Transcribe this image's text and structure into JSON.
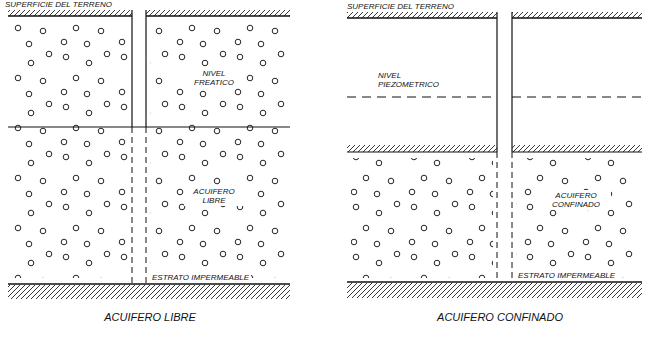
{
  "diagram": {
    "labels": [
      "SUPERFICIE DEL TERRENO",
      "NIVEL FREATICO",
      "ACUIFERO LIBRE",
      "ESTRATO IMPERMEABLE",
      "ACUIFERO LIBRE",
      "SUPERFICIE DEL TERRENO",
      "NIVEL PIEZOMETRICO",
      "ACUIFERO CONFINADO",
      "ESTRATO IMPERMEABLE",
      "ACUIFERO CONFINADO"
    ]
  }
}
